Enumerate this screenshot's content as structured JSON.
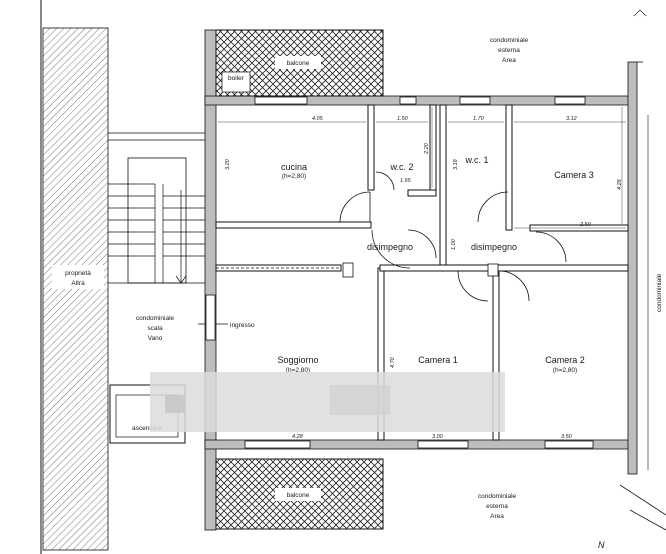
{
  "labels": {
    "area_top": [
      "condominiale",
      "esterna",
      "Area"
    ],
    "area_bottom": [
      "condominiale",
      "esterna",
      "Area"
    ],
    "area_right": "condominiale",
    "proprieta": [
      "proprietà",
      "Altra"
    ],
    "vano": [
      "condominiale",
      "scala",
      "Vano"
    ],
    "ingresso": "ingresso",
    "ascensore": "ascensore",
    "balcone_top": "balcone",
    "balcone_bottom": "balcone",
    "boiler": "boiler",
    "cucina": "cucina",
    "cucina_h": "(h=2,80)",
    "wc2": "w.c. 2",
    "wc1": "w.c. 1",
    "camera3": "Camera 3",
    "disimpegno_left": "disimpegno",
    "disimpegno_right": "disimpegno",
    "soggiorno": "Soggiorno",
    "soggiorno_h": "(h=2,80)",
    "camera1": "Camera 1",
    "camera2": "Camera 2",
    "camera2_h": "(h=2,80)",
    "north": "N"
  },
  "dimensions": {
    "top_cucina": "4.05",
    "top_wc2": "1.50",
    "top_wc1": "1.70",
    "top_camera3": "3.12",
    "cucina_height": "3.20",
    "wc2_height": "2.20",
    "wc1_height": "3.18",
    "camera3_height": "4.28",
    "camera3_width": "2.50",
    "disimpegno": "1.00",
    "wc2_door": "1.65",
    "soggiorno_height": "4.70",
    "bottom_soggiorno": "4.28",
    "bottom_camera1": "3.00",
    "bottom_camera2": "3.50"
  },
  "colors": {
    "wall": "#bdbdbd",
    "hatch": "#555555",
    "line": "#1a1a1a"
  }
}
